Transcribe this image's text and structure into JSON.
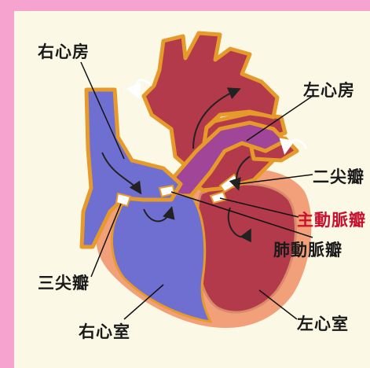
{
  "labels": {
    "right_atrium": "右心房",
    "left_atrium": "左心房",
    "mitral_valve": "二尖瓣",
    "aortic_valve": "主動脈瓣",
    "pulmonary_valve": "肺動脈瓣",
    "tricuspid_valve": "三尖瓣",
    "right_ventricle": "右心室",
    "left_ventricle": "左心室"
  },
  "colors": {
    "frame": "#f7a3cf",
    "background": "#fbf9e6",
    "deoxygenated_blood": "#6f6fd2",
    "oxygenated_blood": "#b23a4a",
    "muscle_wall": "#f2a07a",
    "vessel_outline": "#e59a2a",
    "aortic_valve_label": "#c8102e"
  }
}
